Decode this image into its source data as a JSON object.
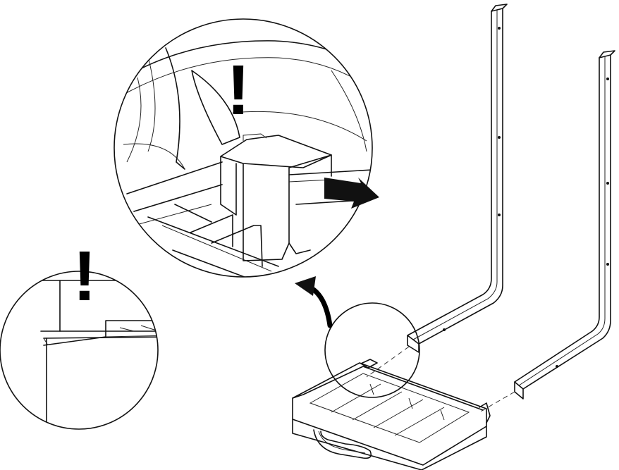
{
  "diagram": {
    "callouts": [
      {
        "id": "zoom-detail",
        "symbol": "!"
      },
      {
        "id": "side-detail",
        "symbol": "!"
      }
    ],
    "parts": [
      {
        "id": "tray",
        "icon": "tray-icon"
      },
      {
        "id": "frame-left",
        "icon": "tube-icon"
      },
      {
        "id": "frame-right",
        "icon": "tube-icon"
      }
    ],
    "colors": {
      "line": "#111111",
      "background": "#ffffff"
    }
  }
}
